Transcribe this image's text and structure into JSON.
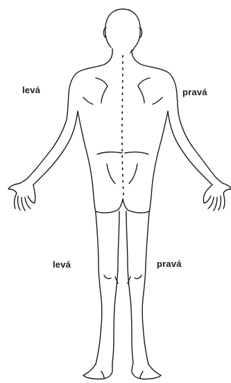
{
  "labels": {
    "upper_left": "levá",
    "upper_right": "pravá",
    "lower_left": "levá",
    "lower_right": "pravá"
  },
  "colors": {
    "outline": "#1a1a1a",
    "background": "#ffffff"
  }
}
